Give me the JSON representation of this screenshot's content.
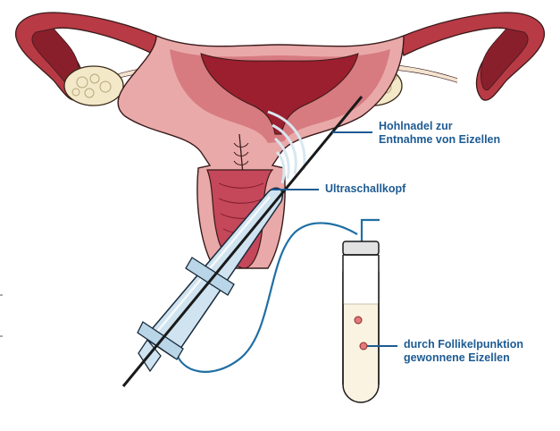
{
  "labels": {
    "hohlnadel": {
      "line1": "Hohlnadel zur",
      "line2": "Entnahme von Eizellen"
    },
    "ultraschallkopf": "Ultraschallkopf",
    "eizellen": {
      "line1": "durch Follikelpunktion",
      "line2": "gewonnene Eizellen"
    }
  },
  "colors": {
    "label_text": "#1d5b93",
    "leader_line": "#1d5b93",
    "uterus_wall": "#b83a45",
    "uterus_inner": "#e9b0b0",
    "uterus_cavity": "#9b1f2e",
    "ovary": "#f3e9c8",
    "probe": "#cfe3f0",
    "tube_fluid": "#faf3e2",
    "tubing": "#1f6fa3"
  },
  "icons": [
    "uterus-illustration",
    "ovary-left-icon",
    "ovary-right-icon",
    "ultrasound-probe-icon",
    "hollow-needle-icon",
    "collection-tube-icon",
    "egg-cell-icon"
  ]
}
